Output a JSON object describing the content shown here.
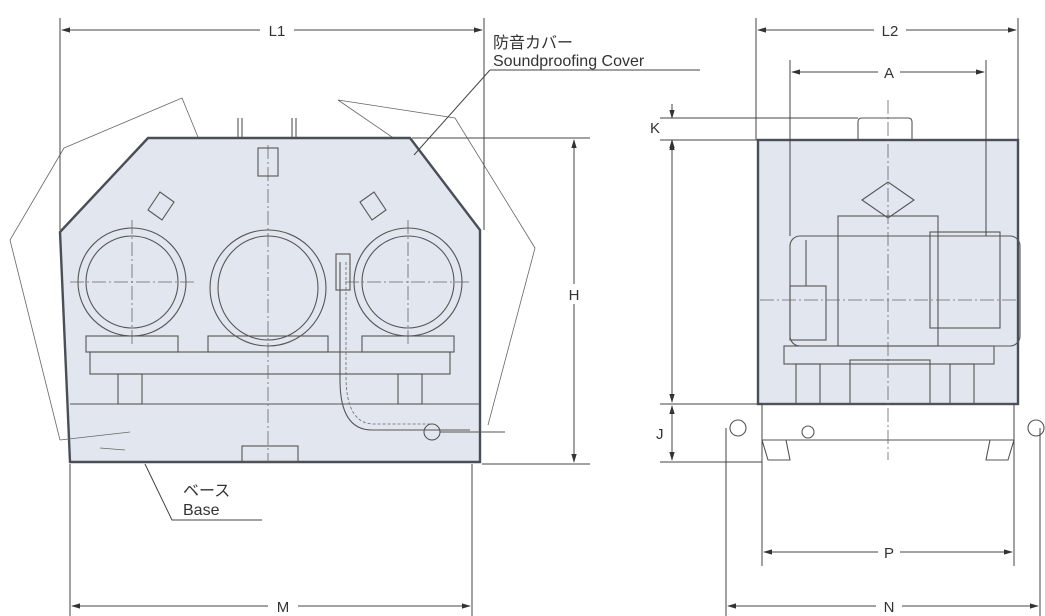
{
  "labels": {
    "cover_jp": "防音カバー",
    "cover_en": "Soundproofing Cover",
    "base_jp": "ベース",
    "base_en": "Base"
  },
  "dimensions": {
    "L1": "L1",
    "L2": "L2",
    "A": "A",
    "K": "K",
    "H": "H",
    "J": "J",
    "M": "M",
    "N": "N",
    "P": "P"
  },
  "colors": {
    "cover_fill": "#e2e7ef",
    "line": "#4a4e56"
  }
}
